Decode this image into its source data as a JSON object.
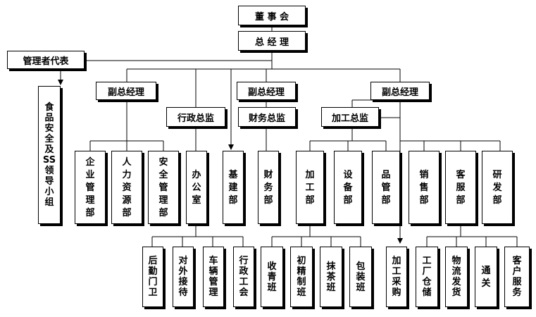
{
  "nodes": {
    "board": "董 事 会",
    "gm": "总 经 理",
    "mgmt_rep": "管理者代表",
    "food_safety_group": "食品安全及SS领导小组",
    "vgm1": "副总经理",
    "vgm2": "副总经理",
    "vgm3": "副总经理",
    "admin_director": "行政总监",
    "finance_director": "财务总监",
    "processing_director": "加工总监",
    "enterprise_mgmt": "企业管理部",
    "hr": "人力资源部",
    "safety_mgmt": "安全管理部",
    "office": "办公室",
    "infrastructure": "基建部",
    "finance": "财务部",
    "processing": "加工部",
    "equipment": "设备部",
    "quality": "品管部",
    "sales": "销售部",
    "customer_service": "客服部",
    "rnd": "研发部",
    "logistics_guard": "后勤门卫",
    "reception": "对外接待",
    "vehicle_mgmt": "车辆管理",
    "admin_union": "行政工会",
    "picking_team": "收青班",
    "refining_team": "初精制班",
    "matcha_team": "抹茶班",
    "packaging_team": "包装班",
    "processing_purchase": "加工采购",
    "factory_storage": "工厂仓储",
    "logistics_delivery": "物流发货",
    "customs": "通关",
    "customer_service_team": "客户服务"
  }
}
